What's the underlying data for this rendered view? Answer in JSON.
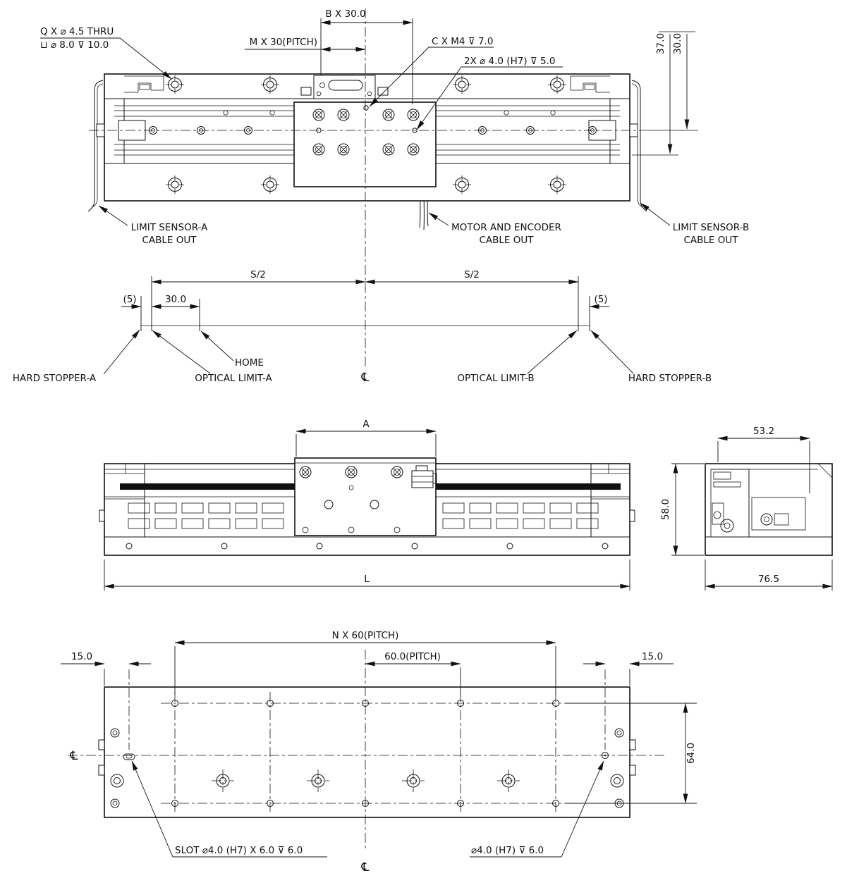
{
  "top_view": {
    "q_callout_line1": "Q X ⌀ 4.5 THRU",
    "q_callout_line2": "⊔ ⌀ 8.0 ⊽ 10.0",
    "b_dim": "B X 30.0",
    "m_dim": "M X 30(PITCH)",
    "c_dim": "C X M4 ⊽ 7.0",
    "dowel_dim": "2X ⌀ 4.0 (H7) ⊽ 5.0",
    "dim_37": "37.0",
    "dim_30": "30.0",
    "limit_a_line1": "LIMIT SENSOR-A",
    "limit_a_line2": "CABLE OUT",
    "motor_line1": "MOTOR AND ENCODER",
    "motor_line2": "CABLE OUT",
    "limit_b_line1": "LIMIT SENSOR-B",
    "limit_b_line2": "CABLE OUT"
  },
  "stroke_view": {
    "s2_left": "S/2",
    "s2_right": "S/2",
    "five_left": "(5)",
    "dim_30": "30.0",
    "five_right": "(5)",
    "home": "HOME",
    "hard_stopper_a": "HARD STOPPER-A",
    "optical_limit_a": "OPTICAL LIMIT-A",
    "optical_limit_b": "OPTICAL LIMIT-B",
    "hard_stopper_b": "HARD STOPPER-B",
    "centerline_symbol": "℄"
  },
  "front_view": {
    "dim_a": "A",
    "dim_l": "L"
  },
  "side_view": {
    "dim_53_2": "53.2",
    "dim_58": "58.0",
    "dim_76_5": "76.5"
  },
  "bottom_view": {
    "n_pitch": "N X 60(PITCH)",
    "pitch_60": "60.0(PITCH)",
    "dim_15_left": "15.0",
    "dim_15_right": "15.0",
    "dim_64": "64.0",
    "slot_callout": "SLOT  ⌀4.0 (H7) X 6.0   ⊽ 6.0",
    "hole_callout": "⌀4.0 (H7)   ⊽ 6.0",
    "centerline_left": "℄",
    "centerline_bottom": "℄"
  }
}
